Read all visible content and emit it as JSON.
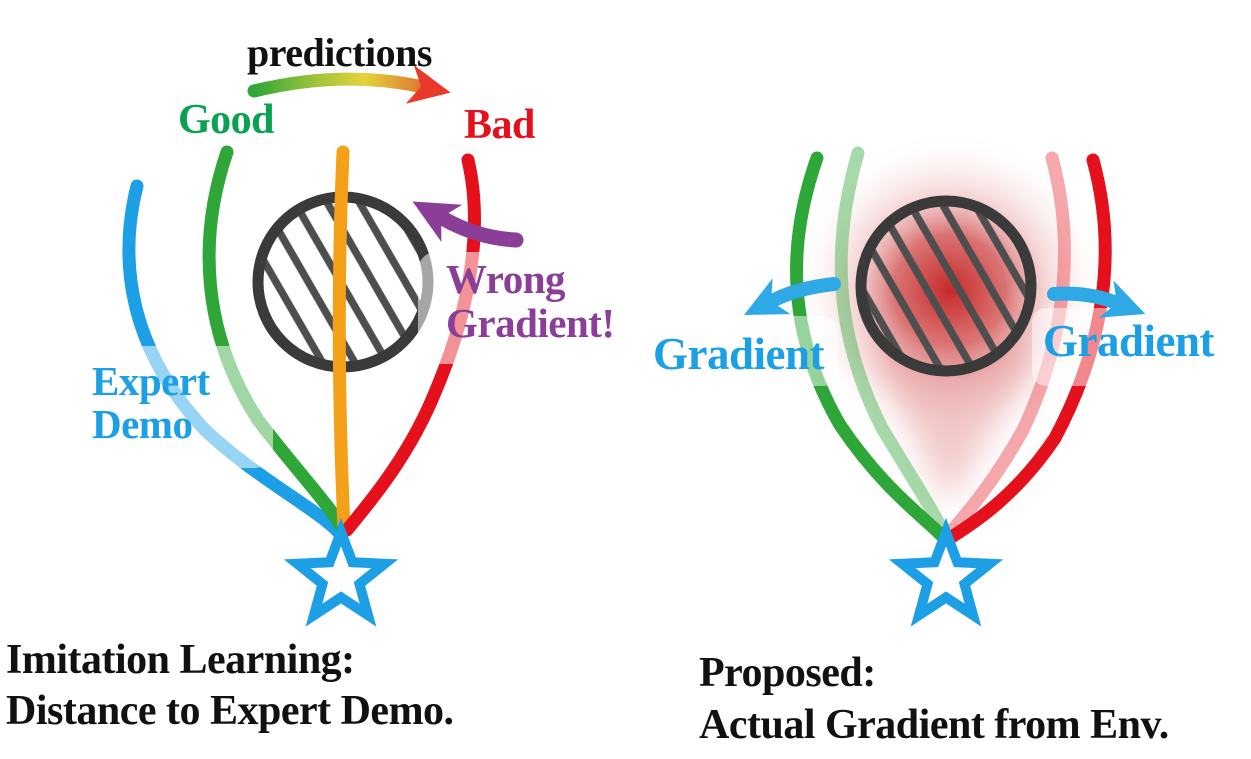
{
  "figure": {
    "type": "diagram",
    "left_panel": {
      "predictions_label": "predictions",
      "good_label": "Good",
      "bad_label": "Bad",
      "wrong_gradient_line1": "Wrong",
      "wrong_gradient_line2": "Gradient!",
      "expert_demo_line1": "Expert",
      "expert_demo_line2": "Demo",
      "caption_line1": "Imitation Learning:",
      "caption_line2": "Distance to Expert Demo."
    },
    "right_panel": {
      "gradient_label_left": "Gradient",
      "gradient_label_right": "Gradient",
      "caption_line1": "Proposed:",
      "caption_line2": "Actual Gradient from Env."
    }
  },
  "colors": {
    "blue": "#1C9FE4",
    "arrow_blue": "#2FA9E6",
    "green_line": "#2EA738",
    "green_text": "#07A351",
    "orange": "#F5A019",
    "red": "#E4111C",
    "purple": "#8B3E97",
    "obstacle_stroke": "#3A3A3A",
    "hatch": "#4E4E4E",
    "glow_red": "#C41F1F",
    "glow_soft": "#E38A8A",
    "caption_black": "#111111",
    "pred_gradient": [
      "#2EA738",
      "#9DC23C",
      "#E5D23B",
      "#E08A33",
      "#E8392B"
    ]
  }
}
